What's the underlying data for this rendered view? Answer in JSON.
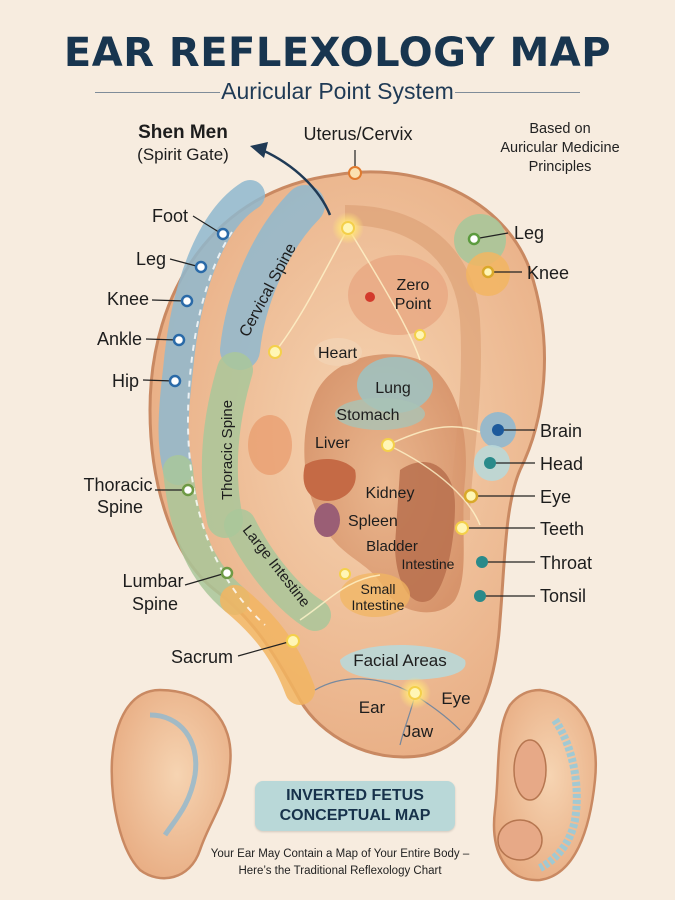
{
  "title": "EAR REFLEXOLOGY MAP",
  "subtitle": "Auricular Point System",
  "note_lines": [
    "Based on",
    "Auricular Medicine",
    "Principles"
  ],
  "shen_men": {
    "name": "Shen Men",
    "sub": "(Spirit Gate)"
  },
  "labels": {
    "uterus": "Uterus/Cervix",
    "foot": "Foot",
    "leg_left": "Leg",
    "knee_left": "Knee",
    "ankle": "Ankle",
    "hip": "Hip",
    "thoracic_spine_1": "Thoracic",
    "thoracic_spine_2": "Spine",
    "lumbar_spine_1": "Lumbar",
    "lumbar_spine_2": "Spine",
    "sacrum": "Sacrum",
    "leg_right": "Leg",
    "knee_right": "Knee",
    "brain": "Brain",
    "head": "Head",
    "eye_right": "Eye",
    "teeth": "Teeth",
    "throat": "Throat",
    "tonsil": "Tonsil",
    "cervical_spine_band": "Cervical Spine",
    "thoracic_spine_band": "Thoracic Spine",
    "large_intestine_band": "Large Intestine",
    "zero_point_1": "Zero",
    "zero_point_2": "Point",
    "heart": "Heart",
    "lung": "Lung",
    "stomach": "Stomach",
    "liver": "Liver",
    "kidney": "Kidney",
    "spleen": "Spleen",
    "bladder": "Bladder",
    "intestine": "Intestine",
    "small_intestine_1": "Small",
    "small_intestine_2": "Intestine",
    "facial_areas": "Facial Areas",
    "ear": "Ear",
    "eye_lobe": "Eye",
    "jaw": "Jaw"
  },
  "fetus_box": [
    "INVERTED FETUS",
    "CONCEPTUAL MAP"
  ],
  "caption_lines": [
    "Your Ear May Contain a Map of Your Entire Body –",
    "Here’s the Traditional Reflexology Chart"
  ],
  "colors": {
    "title": "#18354f",
    "skin": "#f0c29a",
    "skin_dark": "#d99a70",
    "band_blue": "#8fb8cf",
    "band_green": "#a9c79a",
    "band_orange": "#f2b561",
    "dot_blue": "#2a6aa8",
    "dot_yellow": "#f4d04a",
    "dot_teal": "#2a8a8a"
  }
}
